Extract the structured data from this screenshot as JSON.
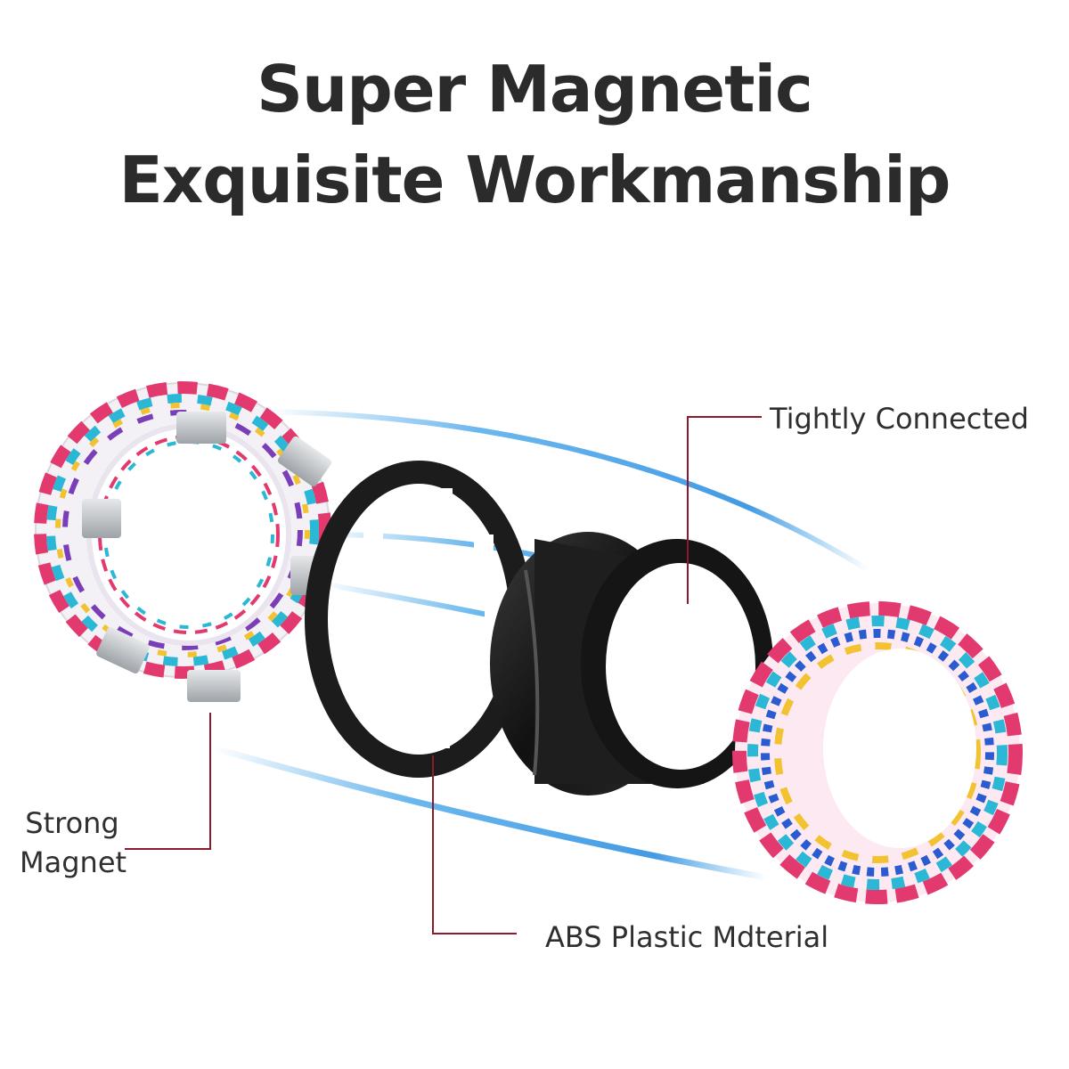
{
  "title": {
    "line1": "Super Magnetic",
    "line2": "Exquisite Workmanship"
  },
  "callouts": {
    "tightly_connected": "Tightly Connected",
    "strong_magnet_line1": "Strong",
    "strong_magnet_line2": "Magnet",
    "abs_plastic": "ABS Plastic Mdterial"
  },
  "colors": {
    "leader_line": "#8b1a2a",
    "swoosh_blue": "#3aa0e8",
    "title_text": "#2b2b2b",
    "ring_black": "#1c1c1c",
    "magnet_silver": "#c9cdd1"
  }
}
